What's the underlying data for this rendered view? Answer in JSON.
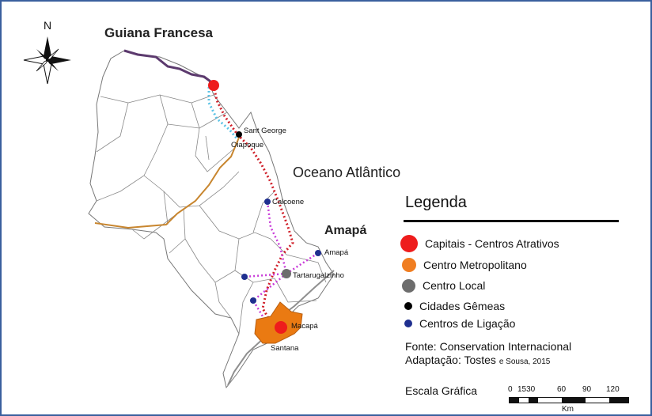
{
  "map": {
    "region_guiana": "Guiana Francesa",
    "region_amapa": "Amapá",
    "ocean": "Oceano Atlântico",
    "compass_north": "N"
  },
  "cities": {
    "sant_george": "Sant George",
    "oiapoque": "Oiapoque",
    "calcoene": "Calcoene",
    "amapa": "Amapá",
    "tartarugalzinho": "Tartarugalzinho",
    "macapa": "Macapá",
    "santana": "Santana"
  },
  "legend": {
    "title": "Legenda",
    "items": [
      {
        "label": "Capitais - Centros Atrativos",
        "color": "#ee1c1c"
      },
      {
        "label": "Centro Metropolitano",
        "color": "#f07e22"
      },
      {
        "label": "Centro Local",
        "color": "#6d6d6d"
      },
      {
        "label": "Cidades Gêmeas",
        "color": "#000000"
      },
      {
        "label": "Centros de Ligação",
        "color": "#1f2f8f"
      }
    ]
  },
  "source": {
    "line1": "Fonte: Conservation Internacional",
    "line2_a": "Adaptação: Tostes",
    "line2_b": "e Sousa, 2015"
  },
  "scale": {
    "title": "Escala Gráfica",
    "ticks": [
      "0",
      "1530",
      "60",
      "90",
      "120"
    ],
    "unit": "Km"
  },
  "colors": {
    "frame": "#3a5f9e",
    "road_red": "#d0202a",
    "road_orange": "#c8862f",
    "border_purple": "#5c3a6e",
    "link_magenta": "#c83ad8",
    "link_cyan": "#5bc3e6",
    "metro_fill": "#ea7a12",
    "river_gray": "#8f8f8f"
  }
}
